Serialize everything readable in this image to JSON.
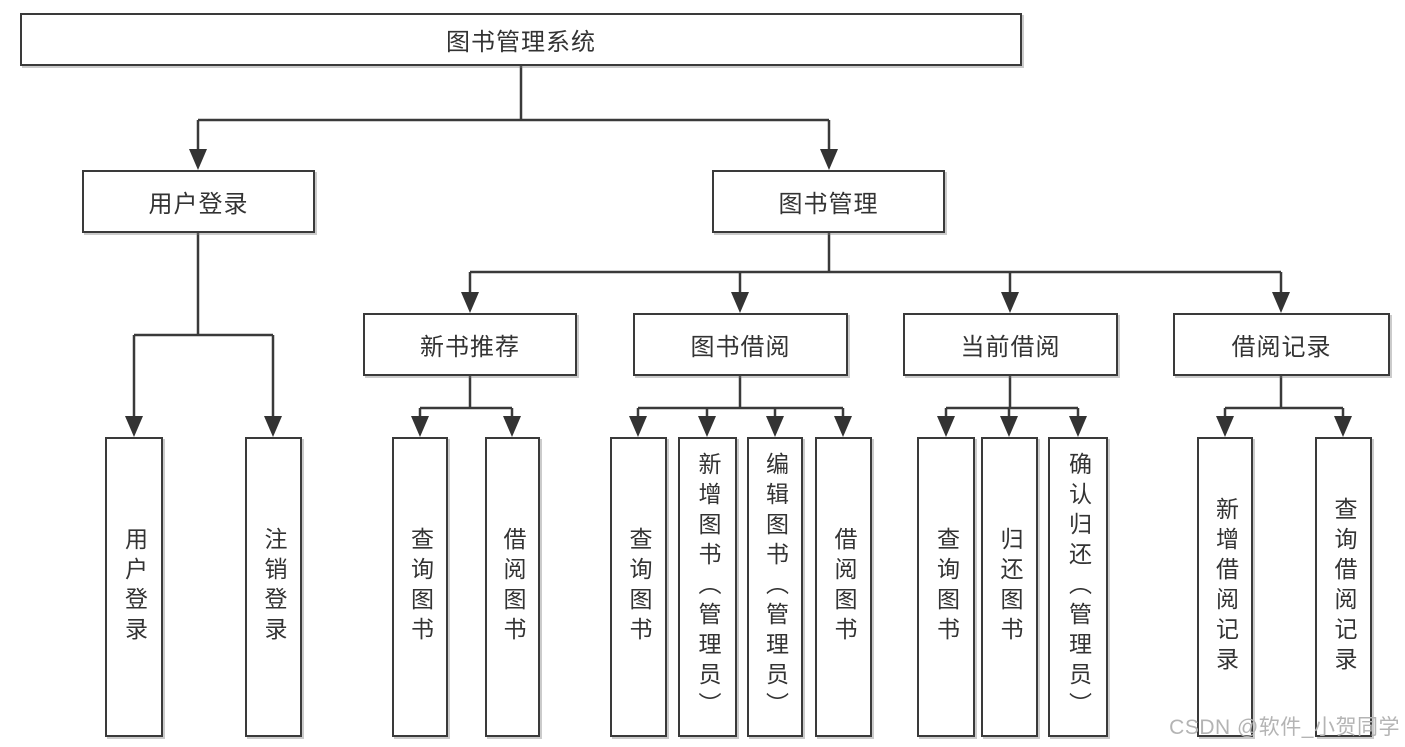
{
  "tree": {
    "root": {
      "label": "图书管理系统",
      "children": [
        {
          "label": "用户登录",
          "children": [
            {
              "label": "用户登录"
            },
            {
              "label": "注销登录"
            }
          ]
        },
        {
          "label": "图书管理",
          "children": [
            {
              "label": "新书推荐",
              "children": [
                {
                  "label": "查询图书"
                },
                {
                  "label": "借阅图书"
                }
              ]
            },
            {
              "label": "图书借阅",
              "children": [
                {
                  "label": "查询图书"
                },
                {
                  "label": "新增图书（管理员）"
                },
                {
                  "label": "编辑图书（管理员）"
                },
                {
                  "label": "借阅图书"
                }
              ]
            },
            {
              "label": "当前借阅",
              "children": [
                {
                  "label": "查询图书"
                },
                {
                  "label": "归还图书"
                },
                {
                  "label": "确认归还（管理员）"
                }
              ]
            },
            {
              "label": "借阅记录",
              "children": [
                {
                  "label": "新增借阅记录"
                },
                {
                  "label": "查询借阅记录"
                }
              ]
            }
          ]
        }
      ]
    }
  },
  "watermark": "CSDN @软件_小贺同学",
  "colors": {
    "line": "#3a3a3a",
    "box_border": "#3a3a3a",
    "text": "#333333",
    "watermark_text": "#b4b4b4",
    "background": "#ffffff"
  }
}
